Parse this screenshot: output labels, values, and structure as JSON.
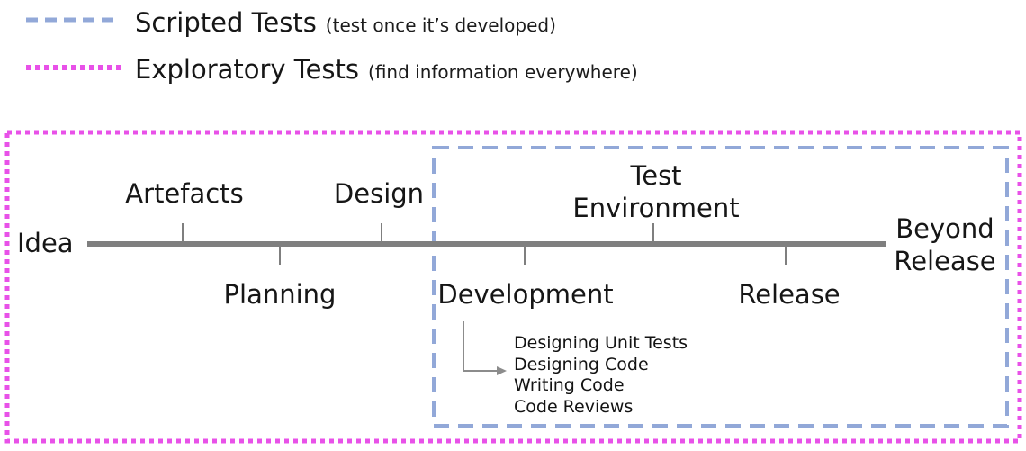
{
  "legend": {
    "scripted": {
      "label": "Scripted Tests",
      "note": "(test once it’s developed)"
    },
    "exploratory": {
      "label": "Exploratory Tests",
      "note": "(find information everywhere)"
    }
  },
  "colors": {
    "scripted": "#92A8D8",
    "exploratory": "#E851E8",
    "timeline": "#7F7F7F",
    "text": "#1A1A1A"
  },
  "timeline": {
    "milestones": [
      {
        "label": "Idea",
        "placement": "start"
      },
      {
        "label": "Artefacts",
        "placement": "above"
      },
      {
        "label": "Planning",
        "placement": "below"
      },
      {
        "label": "Design",
        "placement": "above"
      },
      {
        "label": "Development",
        "placement": "below"
      },
      {
        "label": "Test\nEnvironment",
        "placement": "above"
      },
      {
        "label": "Release",
        "placement": "below"
      },
      {
        "label": "Beyond\nRelease",
        "placement": "end"
      }
    ],
    "development_details": [
      "Designing Unit Tests",
      "Designing Code",
      "Writing Code",
      "Code Reviews"
    ]
  }
}
